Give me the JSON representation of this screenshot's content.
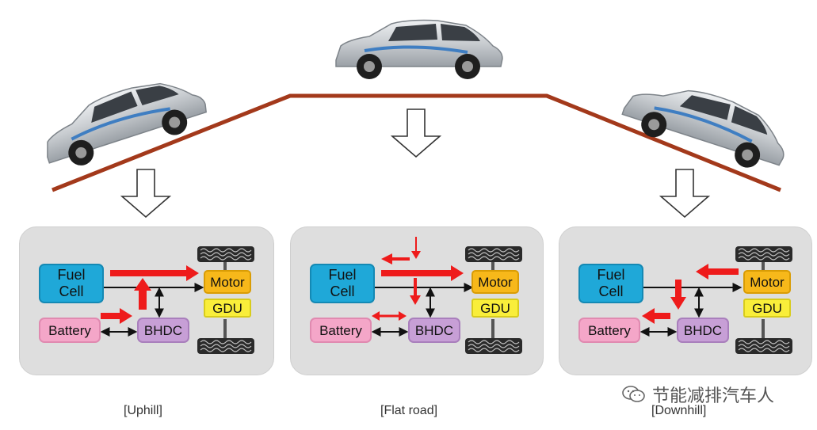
{
  "labels": {
    "fuel_cell_line1": "Fuel",
    "fuel_cell_line2": "Cell",
    "battery": "Battery",
    "bhdc": "BHDC",
    "motor": "Motor",
    "gdu": "GDU"
  },
  "captions": {
    "uphill": "[Uphill]",
    "flat": "[Flat road]",
    "downhill": "[Downhill]"
  },
  "watermark": "节能减排汽车人",
  "colors": {
    "road": "#a3391b",
    "flow_arrow": "#ee1b1b",
    "fuel_cell": "#1fa8d8",
    "battery": "#f4a6c8",
    "bhdc": "#c79fd6",
    "motor": "#f7b81a",
    "gdu": "#f9ee3a",
    "panel": "#dedede"
  },
  "icons": [
    "car-icon",
    "down-arrow-icon",
    "wheel-icon",
    "wechat-icon"
  ]
}
